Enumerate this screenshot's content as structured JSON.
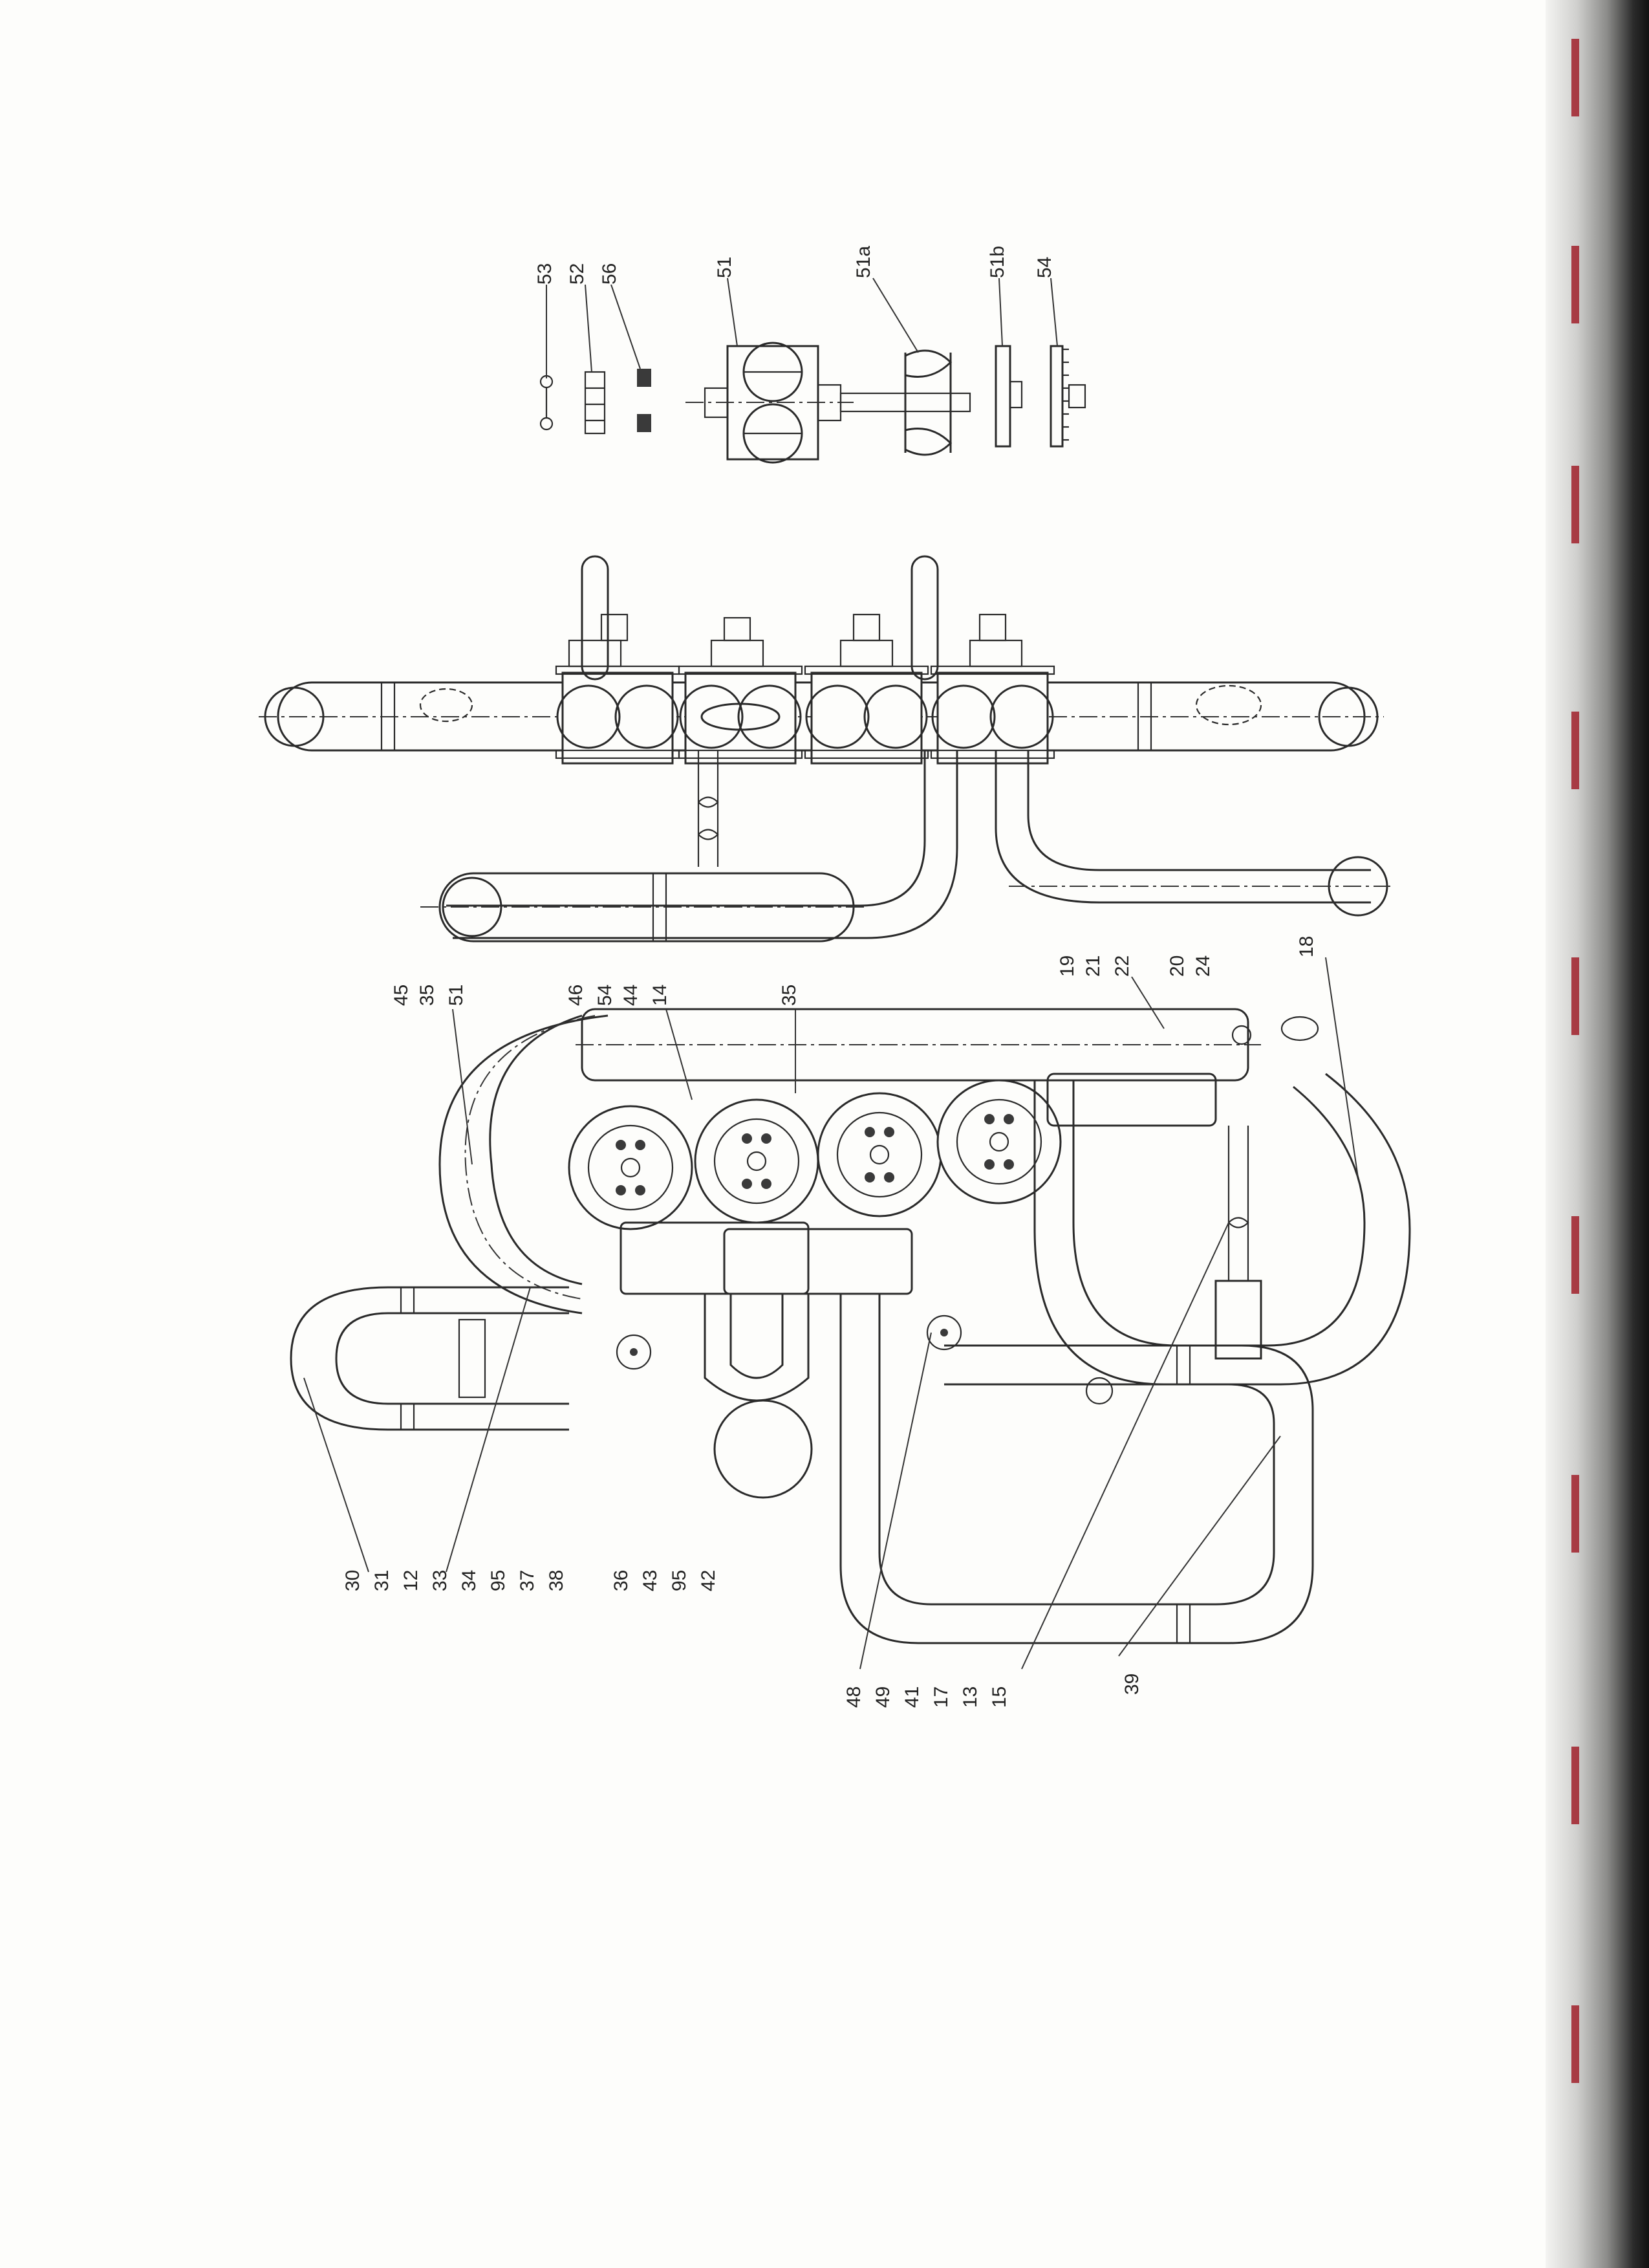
{
  "diagram": {
    "labels": [
      {
        "id": "53",
        "text": "53"
      },
      {
        "id": "52",
        "text": "52"
      },
      {
        "id": "56",
        "text": "56"
      },
      {
        "id": "51t",
        "text": "51"
      },
      {
        "id": "51a",
        "text": "51a"
      },
      {
        "id": "51b",
        "text": "51b"
      },
      {
        "id": "54t",
        "text": "54"
      },
      {
        "id": "45",
        "text": "45"
      },
      {
        "id": "35a",
        "text": "35"
      },
      {
        "id": "51m",
        "text": "51"
      },
      {
        "id": "46",
        "text": "46"
      },
      {
        "id": "54m",
        "text": "54"
      },
      {
        "id": "44",
        "text": "44"
      },
      {
        "id": "14",
        "text": "14"
      },
      {
        "id": "35b",
        "text": "35"
      },
      {
        "id": "19",
        "text": "19"
      },
      {
        "id": "21",
        "text": "21"
      },
      {
        "id": "22",
        "text": "22"
      },
      {
        "id": "20",
        "text": "20"
      },
      {
        "id": "24",
        "text": "24"
      },
      {
        "id": "18",
        "text": "18"
      },
      {
        "id": "30",
        "text": "30"
      },
      {
        "id": "31",
        "text": "31"
      },
      {
        "id": "12",
        "text": "12"
      },
      {
        "id": "33",
        "text": "33"
      },
      {
        "id": "34",
        "text": "34"
      },
      {
        "id": "95a",
        "text": "95"
      },
      {
        "id": "37",
        "text": "37"
      },
      {
        "id": "38",
        "text": "38"
      },
      {
        "id": "36",
        "text": "36"
      },
      {
        "id": "43",
        "text": "43"
      },
      {
        "id": "95b",
        "text": "95"
      },
      {
        "id": "42",
        "text": "42"
      },
      {
        "id": "48",
        "text": "48"
      },
      {
        "id": "49",
        "text": "49"
      },
      {
        "id": "41",
        "text": "41"
      },
      {
        "id": "17",
        "text": "17"
      },
      {
        "id": "13",
        "text": "13"
      },
      {
        "id": "15",
        "text": "15"
      },
      {
        "id": "39",
        "text": "39"
      }
    ]
  }
}
